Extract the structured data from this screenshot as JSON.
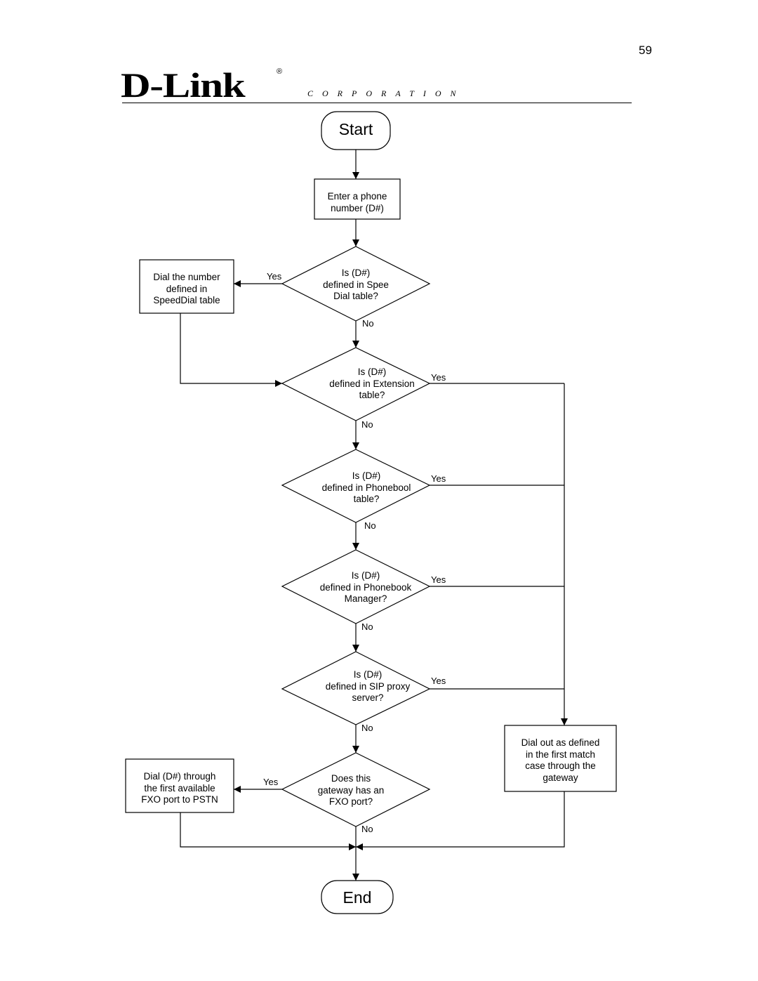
{
  "page": {
    "number": "59"
  },
  "logo": {
    "word": "D-Link",
    "registered": "®",
    "corporation": "CORPORATION"
  },
  "flowchart": {
    "start": "Start",
    "end": "End",
    "process_enter": [
      "Enter a phone",
      "number (D#)"
    ],
    "decision_speeddial": [
      "Is (D#)",
      "defined in Spee",
      "Dial table?"
    ],
    "decision_extension": [
      "Is (D#)",
      "defined in Extension",
      "table?"
    ],
    "decision_phonebook": [
      "Is (D#)",
      "defined in Phonebool",
      "table?"
    ],
    "decision_pb_manager": [
      "Is (D#)",
      "defined in Phonebook",
      "Manager?"
    ],
    "decision_sip": [
      "Is (D#)",
      "defined in SIP proxy",
      "server?"
    ],
    "decision_fxo": [
      "Does this",
      "gateway has an",
      "FXO port?"
    ],
    "process_speeddial": [
      "Dial the number",
      "defined in",
      "SpeedDial table"
    ],
    "process_fxo": [
      "Dial (D#) through",
      "the first available",
      "FXO port to PSTN"
    ],
    "process_dialout": [
      "Dial out as defined",
      "in the first match",
      "case through the",
      "gateway"
    ],
    "yes": "Yes",
    "no": "No"
  }
}
